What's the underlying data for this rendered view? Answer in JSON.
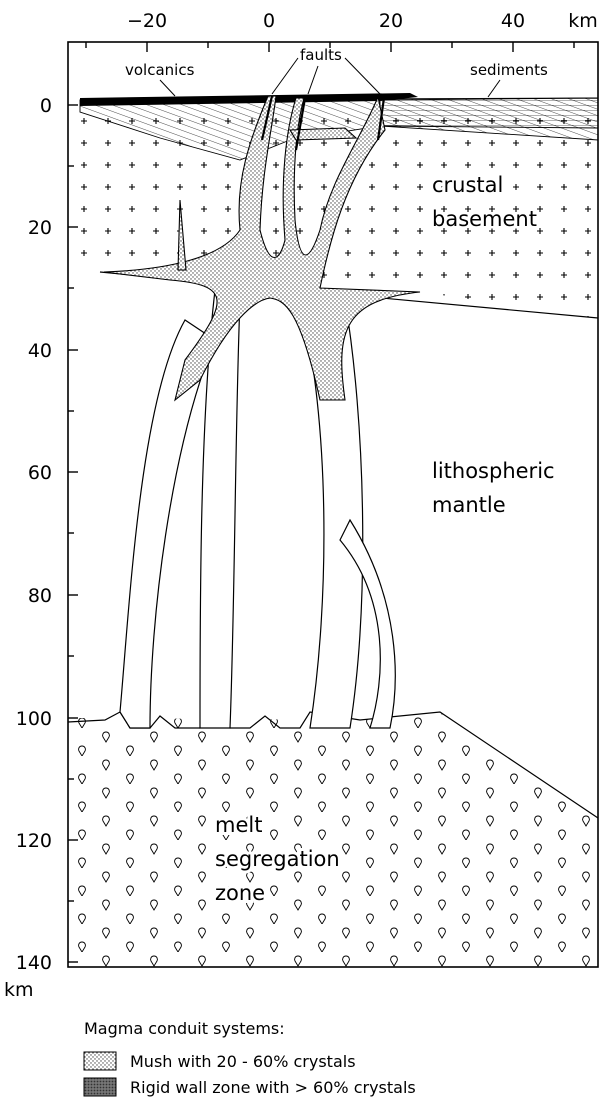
{
  "x_axis": {
    "unit": "km",
    "ticks": [
      "−20",
      "0",
      "20",
      "40"
    ]
  },
  "y_axis": {
    "unit": "km",
    "ticks": [
      "0",
      "20",
      "40",
      "60",
      "80",
      "100",
      "120",
      "140"
    ]
  },
  "labels": {
    "volcanics": "volcanics",
    "faults": "faults",
    "sediments": "sediments",
    "crustal_line1": "crustal",
    "crustal_line2": "basement",
    "mantle_line1": "lithospheric",
    "mantle_line2": "mantle",
    "melt_line1": "melt",
    "melt_line2": "segregation",
    "melt_line3": "zone"
  },
  "legend": {
    "title": "Magma conduit systems:",
    "items": [
      {
        "label": "Mush with 20 - 60% crystals",
        "pattern": "light-stipple"
      },
      {
        "label": "Rigid wall zone with > 60% crystals",
        "pattern": "dense-stipple"
      }
    ]
  }
}
